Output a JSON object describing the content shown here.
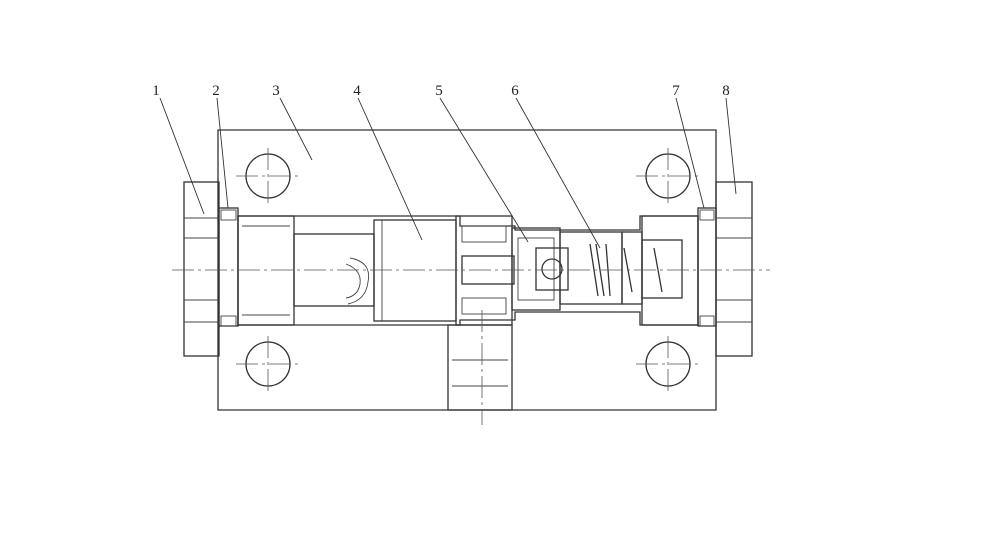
{
  "diagram": {
    "labels": [
      "1",
      "2",
      "3",
      "4",
      "5",
      "6",
      "7",
      "8"
    ],
    "colors": {
      "line": "#333333",
      "hatch": "#9a9a9a",
      "background": "#ffffff"
    }
  }
}
